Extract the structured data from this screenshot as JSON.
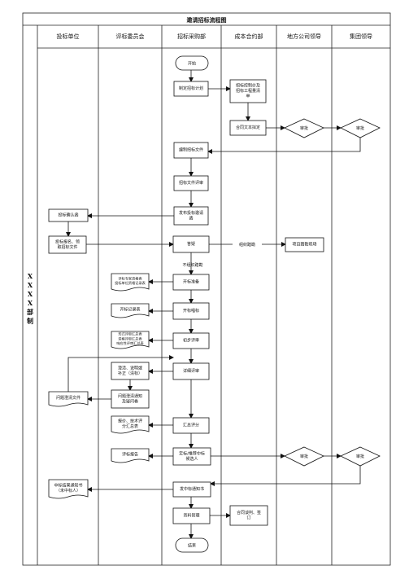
{
  "title": "邀请招标流程图",
  "side_label": [
    "X",
    "X",
    "X",
    "X",
    "部",
    "制"
  ],
  "lanes": [
    "投标单位",
    "评标委员会",
    "招标采购部",
    "成本合约部",
    "地方公司领导",
    "集团领导"
  ],
  "nodes": {
    "start": "开始",
    "make_plan": [
      "制定招标计划"
    ],
    "tender_docs": [
      "招标控制价及",
      "招标工程量清",
      "单"
    ],
    "contract_text": [
      "合同文本拟定"
    ],
    "approve1": "审批",
    "approve2": "审批",
    "compile_docs": [
      "编制招标文件"
    ],
    "review_docs": [
      "招标文件评审"
    ],
    "issue_invite": [
      "发布投标邀请",
      "函"
    ],
    "confirm_letter": [
      "投标确认函"
    ],
    "register": [
      "投标报名、领",
      "取招标文件"
    ],
    "qa": [
      "答疑"
    ],
    "site_visit": [
      "项目踏勘现场"
    ],
    "open_prep": [
      "开标准备"
    ],
    "expert_list": [
      "评标专家资格表",
      "投标单位资格记录表"
    ],
    "open_bid": [
      "开标唱标"
    ],
    "open_record": [
      "开标记录表"
    ],
    "prelim": [
      "初步评审"
    ],
    "prelim_sheet": [
      "形式评审汇总表",
      "资格评审汇总表",
      "响应性评审汇总表"
    ],
    "detail": [
      "详细评审"
    ],
    "clarify": [
      "澄清、说明或",
      "补正（清标）"
    ],
    "notice_sheet": [
      "问题澄清通知",
      "及疑问卷"
    ],
    "clarify_file": [
      "问题澄清文件"
    ],
    "summary": [
      "汇总评分"
    ],
    "report_sheet": [
      "报价、技术评",
      "分汇总表"
    ],
    "decide": [
      "定标/推荐中标",
      "候选人"
    ],
    "eval_report": [
      "评标报告"
    ],
    "approve3": "审批",
    "approve4": "审批",
    "issue_notice": [
      "发中标通知书"
    ],
    "win_letter": [
      "中标结果通知书",
      "（未中标人）"
    ],
    "archive": [
      "资料管理"
    ],
    "contract_sign": [
      "合同谈判、签",
      "订"
    ],
    "end": "结束"
  },
  "edges": {
    "site_visit_label": "组织踏勘",
    "no_qa_label": "不组织踏勘"
  }
}
